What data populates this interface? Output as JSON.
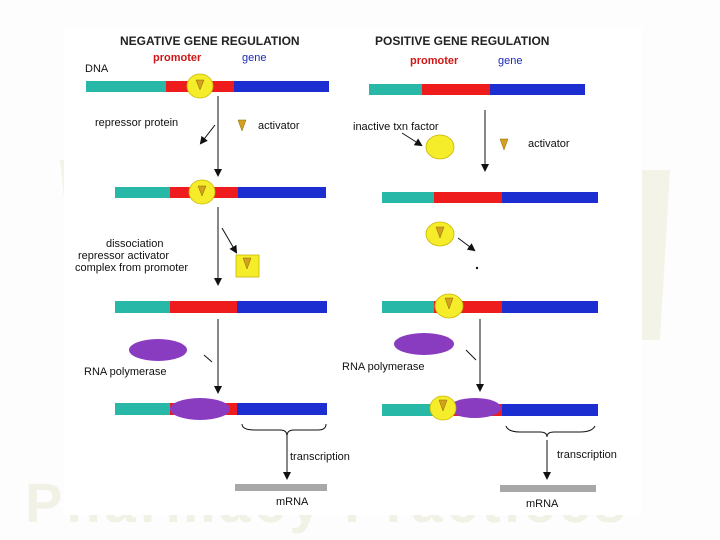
{
  "watermark": "Pharmacy Practices",
  "negative": {
    "title": "NEGATIVE GENE REGULATION",
    "dna_label": "DNA",
    "promoter_label": "promoter",
    "gene_label": "gene",
    "repressor_label": "repressor protein",
    "activator_label": "activator",
    "dissociation_label_line1": "dissociation",
    "dissociation_label_line2": "repressor activator",
    "dissociation_label_line3": "complex from promoter",
    "rnap_label": "RNA polymerase",
    "transcription_label": "transcription",
    "mrna_label": "mRNA"
  },
  "positive": {
    "title": "POSITIVE GENE REGULATION",
    "promoter_label": "promoter",
    "gene_label": "gene",
    "inactive_label": "inactive txn factor",
    "activator_label": "activator",
    "rnap_label": "RNA polymerase",
    "transcription_label": "transcription",
    "mrna_label": "mRNA"
  },
  "colors": {
    "cyan": "#27b8a8",
    "red": "#ee1c1c",
    "blue": "#1d2ed0",
    "yellow": "#f5ec2a",
    "purple": "#8a3cc0",
    "mrna": "#a8a8a8",
    "title_text": "#222222",
    "promoter_text": "#d01616",
    "gene_text": "#1a2bb8"
  }
}
